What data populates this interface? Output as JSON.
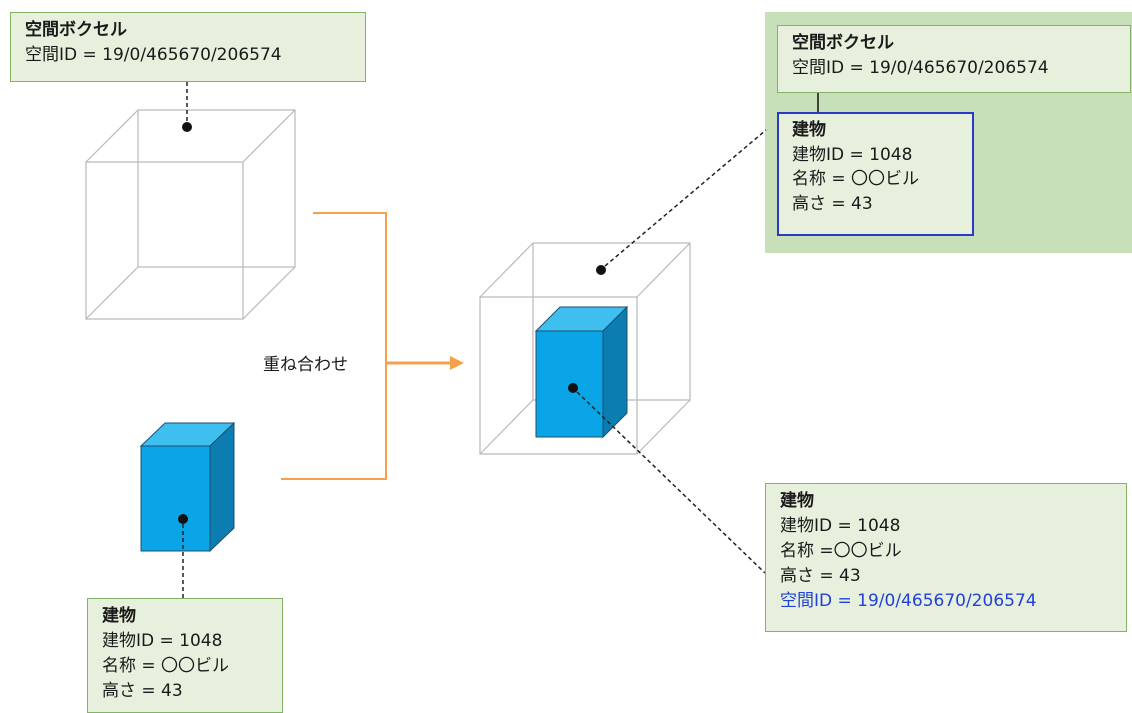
{
  "voxel_box": {
    "title": "空間ボクセル",
    "space_id": "空間ID = 19/0/465670/206574"
  },
  "building_box": {
    "title": "建物",
    "building_id": "建物ID = 1048",
    "name": "名称 = 〇〇ビル",
    "height": "高さ = 43"
  },
  "overlay_label": "重ね合わせ",
  "result_panel": {
    "voxel_title": "空間ボクセル",
    "voxel_space_id": "空間ID = 19/0/465670/206574",
    "building_title": "建物",
    "building_id": "建物ID = 1048",
    "building_name": "名称 = 〇〇ビル",
    "building_height": "高さ = 43"
  },
  "linked_building_box": {
    "title": "建物",
    "building_id": "建物ID = 1048",
    "name": "名称 =〇〇ビル",
    "height": "高さ = 43",
    "space_id": "空間ID = 19/0/465670/206574"
  },
  "colors": {
    "box_fill": "#e6f0dc",
    "box_border": "#82b366",
    "panel_fill": "#c8e0b9",
    "building_front": "#0aa5e6",
    "building_top": "#3fbff0",
    "building_side": "#0b7db0",
    "arrow": "#f5a04a",
    "highlight_text": "#2241d6",
    "inner_box_border": "#2b39c9"
  }
}
